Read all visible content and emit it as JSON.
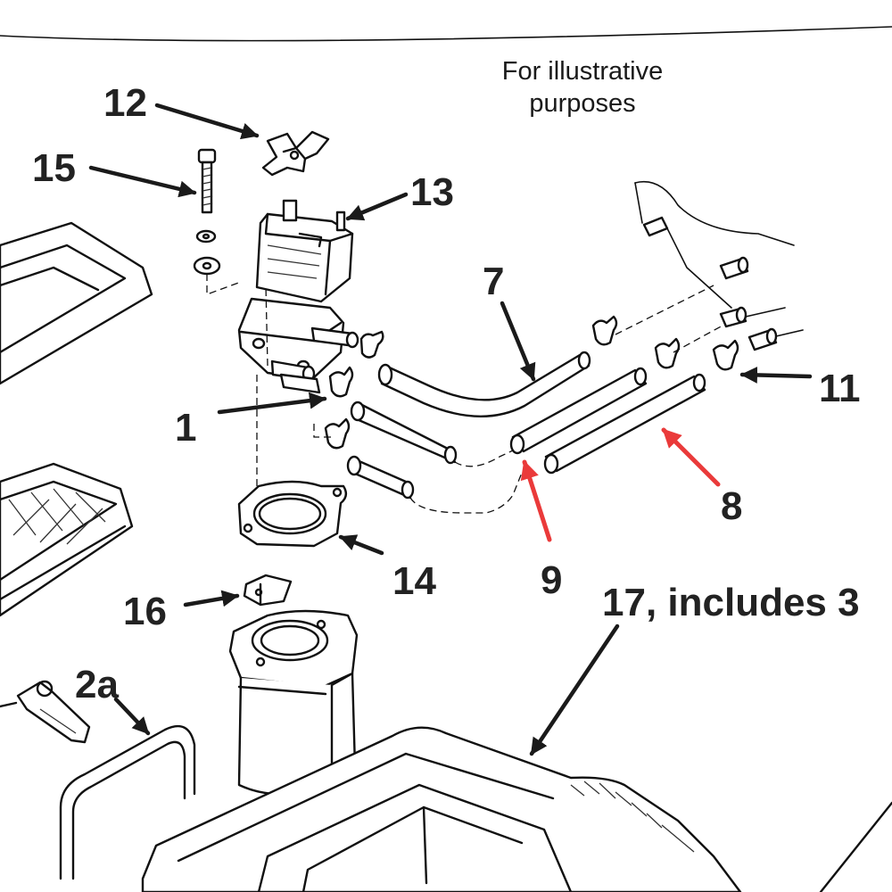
{
  "note": {
    "line1": "For illustrative",
    "line2": "purposes"
  },
  "callouts": {
    "c1": "1",
    "c2a": "2a",
    "c7": "7",
    "c8": "8",
    "c9": "9",
    "c11": "11",
    "c12": "12",
    "c13": "13",
    "c14": "14",
    "c15": "15",
    "c16": "16",
    "c17": "17, includes 3"
  },
  "colors": {
    "highlight_arrow": "#ea3a3a",
    "line": "#111111"
  }
}
